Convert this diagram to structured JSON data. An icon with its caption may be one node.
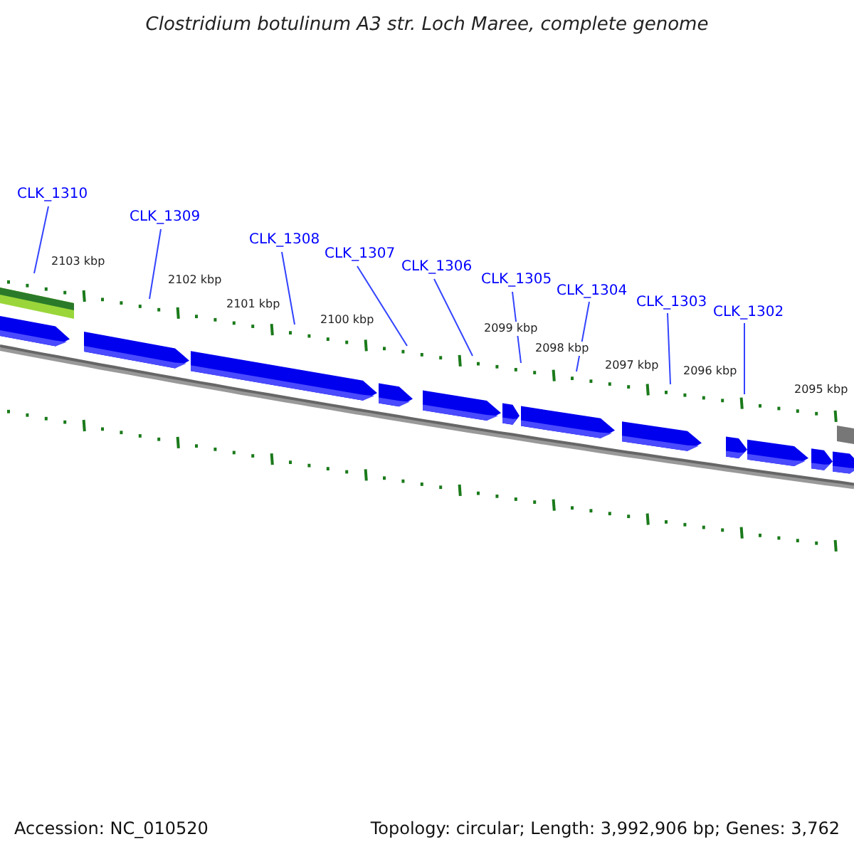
{
  "diagram": {
    "title": "Clostridium botulinum A3 str. Loch Maree, complete genome",
    "nodes": [
      {
        "text": [
          "CLK_1310"
        ]
      },
      {
        "text": [
          "CLK_1309"
        ]
      },
      {
        "text": [
          "CLK_1308"
        ]
      },
      {
        "text": [
          "CLK_1307"
        ]
      },
      {
        "text": [
          "CLK_1306"
        ]
      },
      {
        "text": [
          "CLK_1305"
        ]
      },
      {
        "text": [
          "CLK_1304"
        ]
      },
      {
        "text": [
          "CLK_1303"
        ]
      },
      {
        "text": [
          "CLK_1302"
        ]
      }
    ],
    "edges": [
      {
        "from": 0,
        "to": null,
        "arrow": "none"
      },
      {
        "from": 1,
        "to": null,
        "arrow": "none"
      },
      {
        "from": 2,
        "to": null,
        "arrow": "none"
      },
      {
        "from": 3,
        "to": null,
        "arrow": "none"
      },
      {
        "from": 4,
        "to": null,
        "arrow": "none"
      },
      {
        "from": 5,
        "to": null,
        "arrow": "none"
      },
      {
        "from": 6,
        "to": null,
        "arrow": "none"
      },
      {
        "from": 7,
        "to": null,
        "arrow": "none"
      },
      {
        "from": 8,
        "to": null,
        "arrow": "none"
      }
    ],
    "labels": [
      "2103 kbp",
      "2102 kbp",
      "2101 kbp",
      "2100 kbp",
      "2099 kbp",
      "2098 kbp",
      "2097 kbp",
      "2096 kbp",
      "2095 kbp",
      "Accession: NC_010520",
      "Topology: circular; Length: 3,992,906 bp; Genes: 3,762"
    ]
  }
}
